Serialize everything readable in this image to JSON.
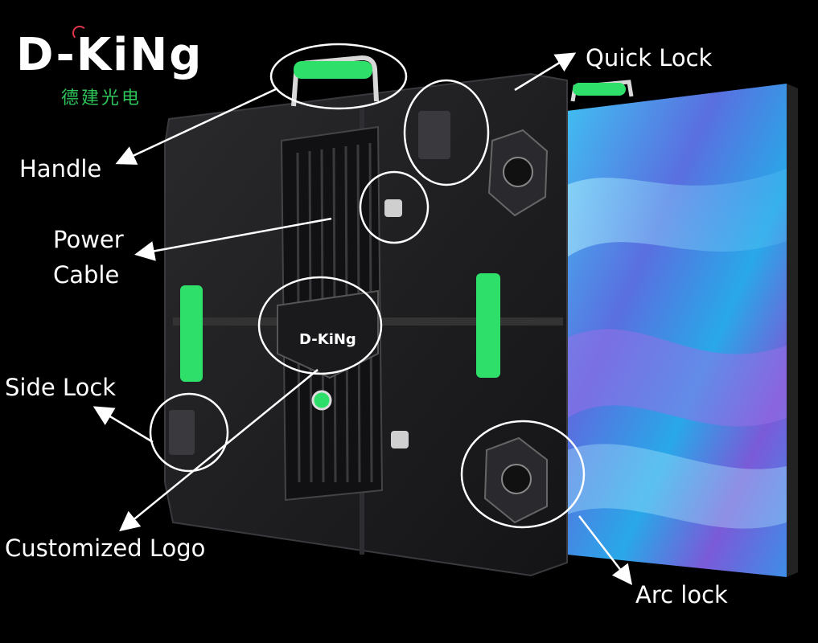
{
  "brand": {
    "name": "D-KiNg",
    "subtitle": "德建光电"
  },
  "callouts": {
    "handle": "Handle",
    "power_cable_line1": "Power",
    "power_cable_line2": "Cable",
    "side_lock": "Side Lock",
    "customized_logo": "Customized Logo",
    "quick_lock": "Quick Lock",
    "arc_lock": "Arc lock"
  },
  "product": {
    "cabinet_logo": "D-KiNg"
  },
  "colors": {
    "background": "#000000",
    "accent_green": "#2ee06a",
    "cabinet_body": "#1c1c1e",
    "annotation": "#ffffff"
  }
}
